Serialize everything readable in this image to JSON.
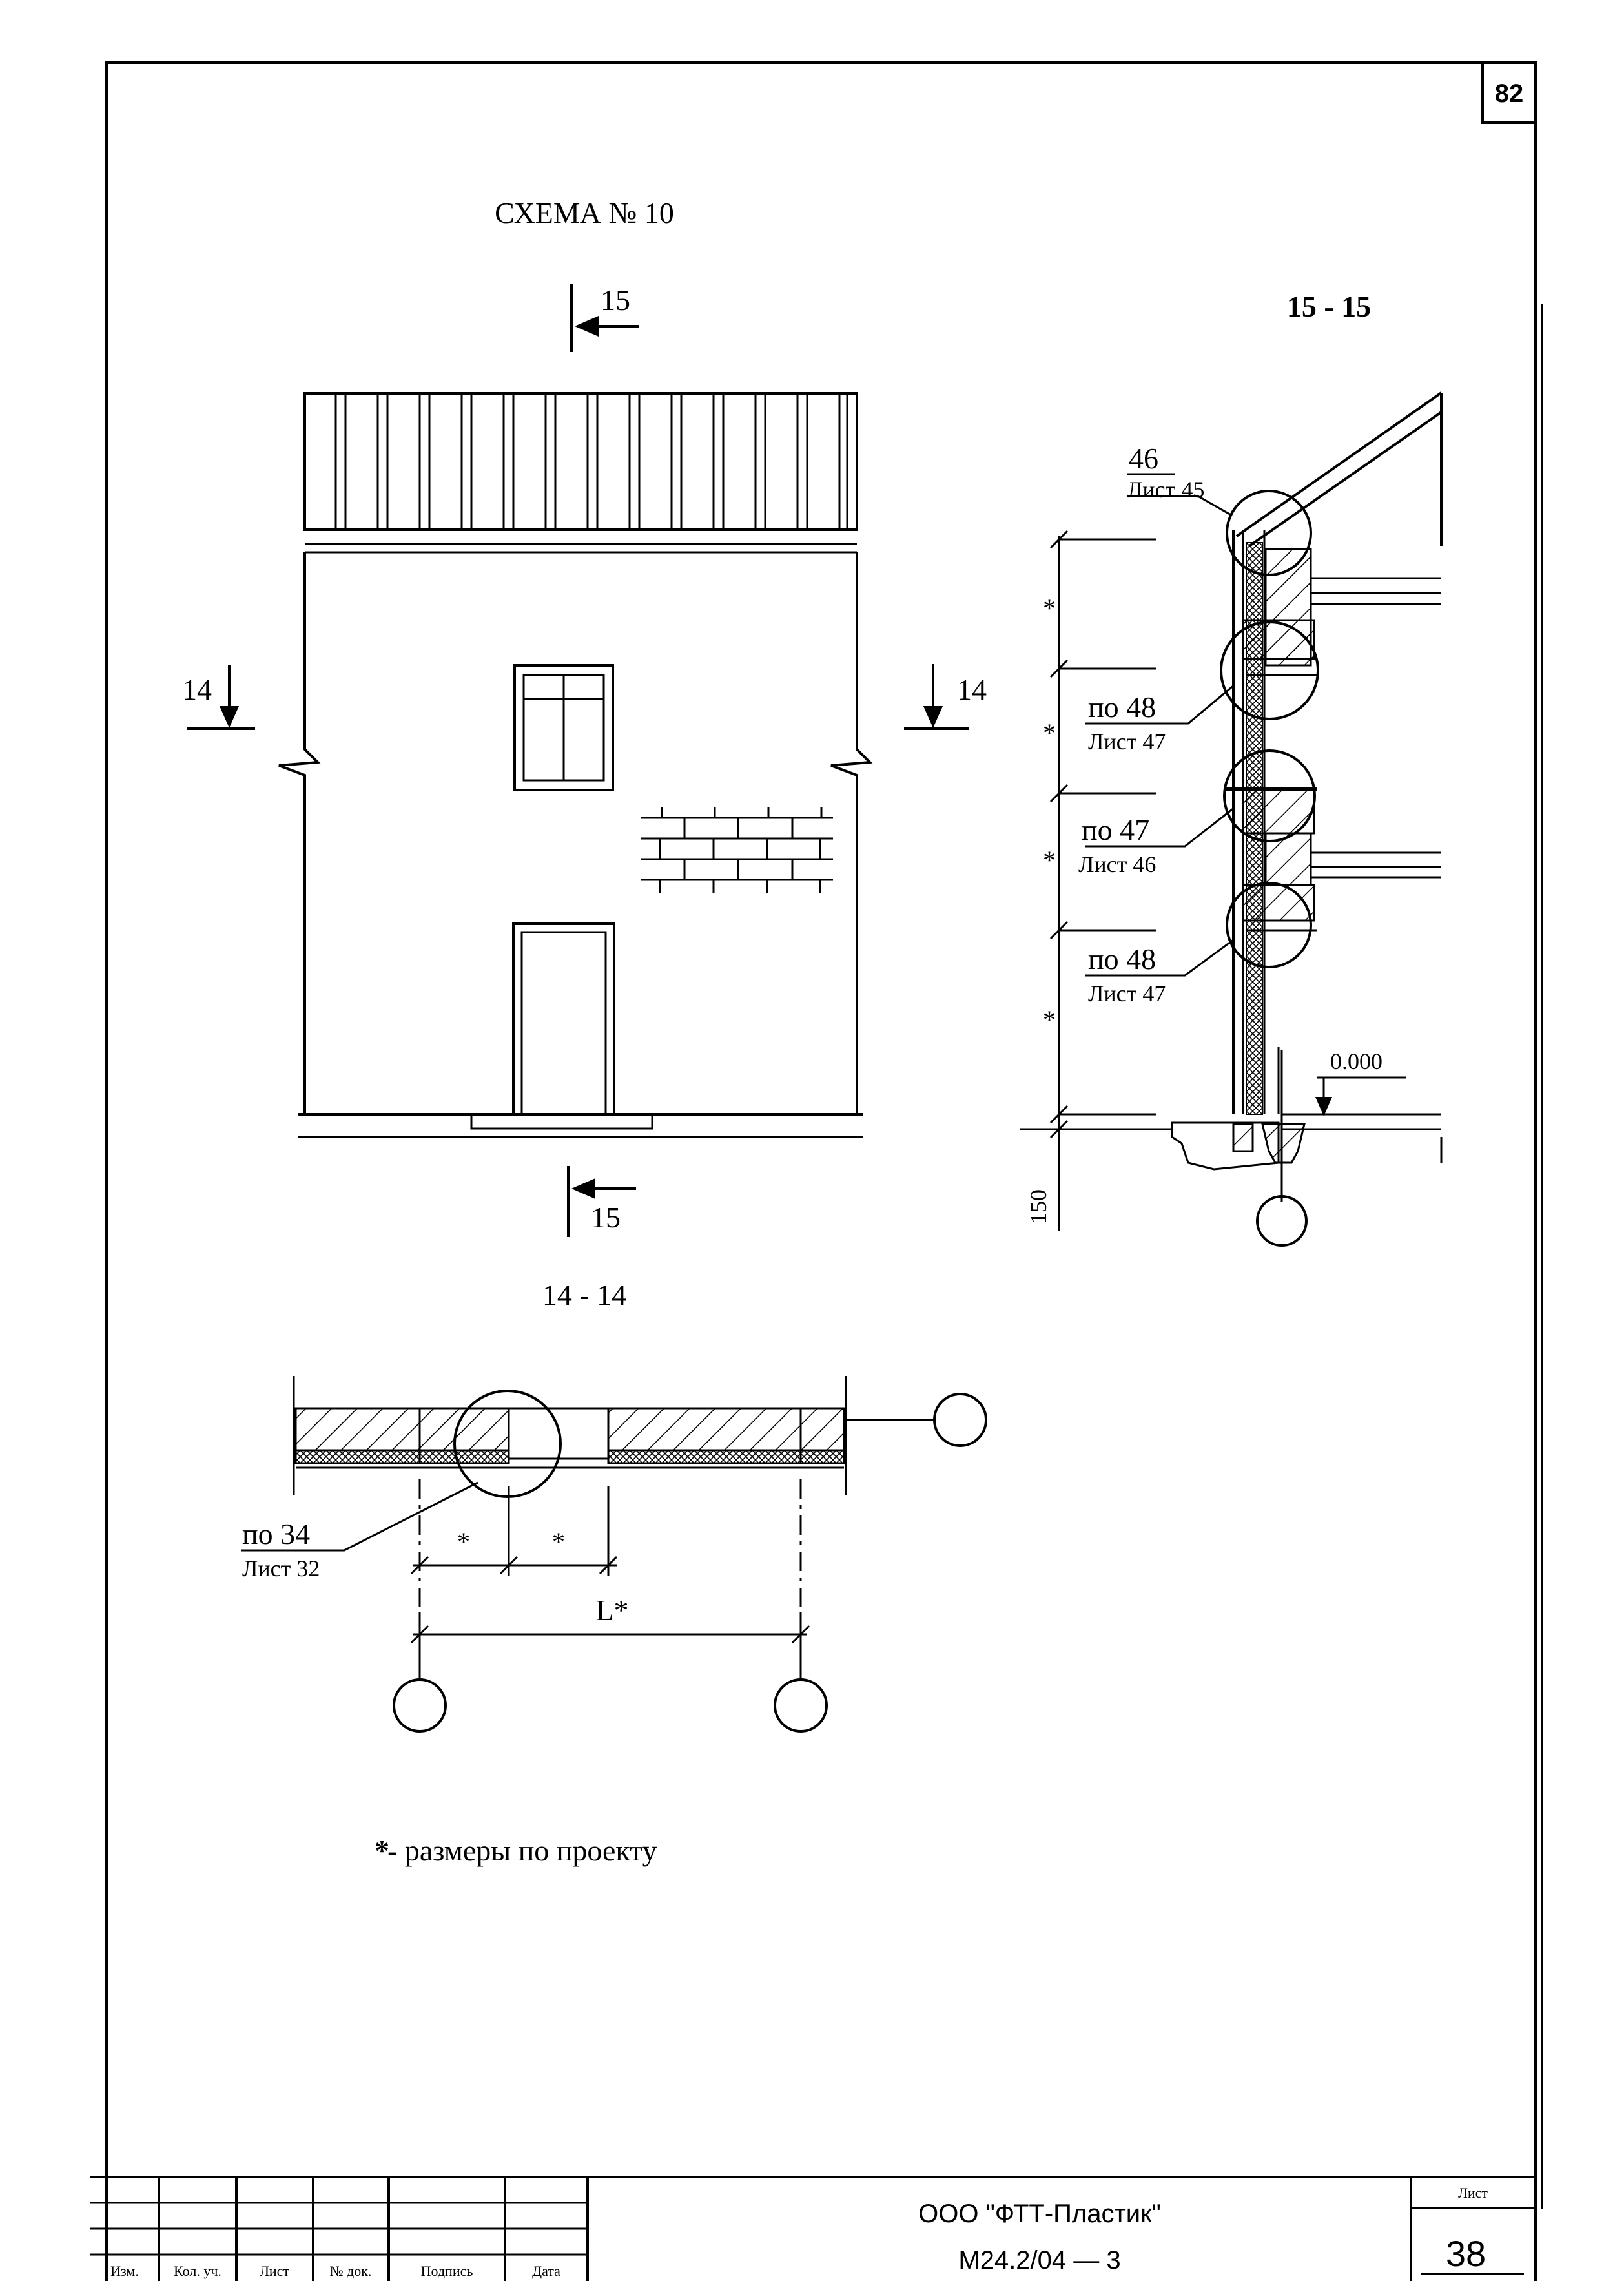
{
  "page": {
    "sheet_top_number": "82",
    "scheme_title": "СХЕМА № 10"
  },
  "elevation": {
    "cut_label_top": "15",
    "cut_label_bottom": "15",
    "cut_label_left": "14",
    "cut_label_right": "14"
  },
  "section_15": {
    "title": "15 - 15",
    "callouts": [
      {
        "node": "46",
        "sheet": "Лист 45"
      },
      {
        "node": "по 48",
        "sheet": "Лист 47"
      },
      {
        "node": "по 47",
        "sheet": "Лист 46"
      },
      {
        "node": "по 48",
        "sheet": "Лист 47"
      }
    ],
    "level_mark": "0.000",
    "dimension_marks": [
      "*",
      "*",
      "*",
      "*"
    ],
    "footing_dim": "150"
  },
  "section_14": {
    "title": "14 - 14",
    "callout_node": "по 34",
    "callout_sheet": "Лист 32",
    "dim_star_1": "*",
    "dim_star_2": "*",
    "span_label": "L*"
  },
  "note": {
    "star": "*",
    "text": " - размеры по проекту"
  },
  "title_block": {
    "col_headers": [
      "Изм.",
      "Кол. уч.",
      "Лист",
      "№ док.",
      "Подпись",
      "Дата"
    ],
    "company": "ООО \"ФТТ-Пластик\"",
    "code": "М24.2/04 — 3",
    "sheet_label": "Лист",
    "sheet_number": "38"
  }
}
